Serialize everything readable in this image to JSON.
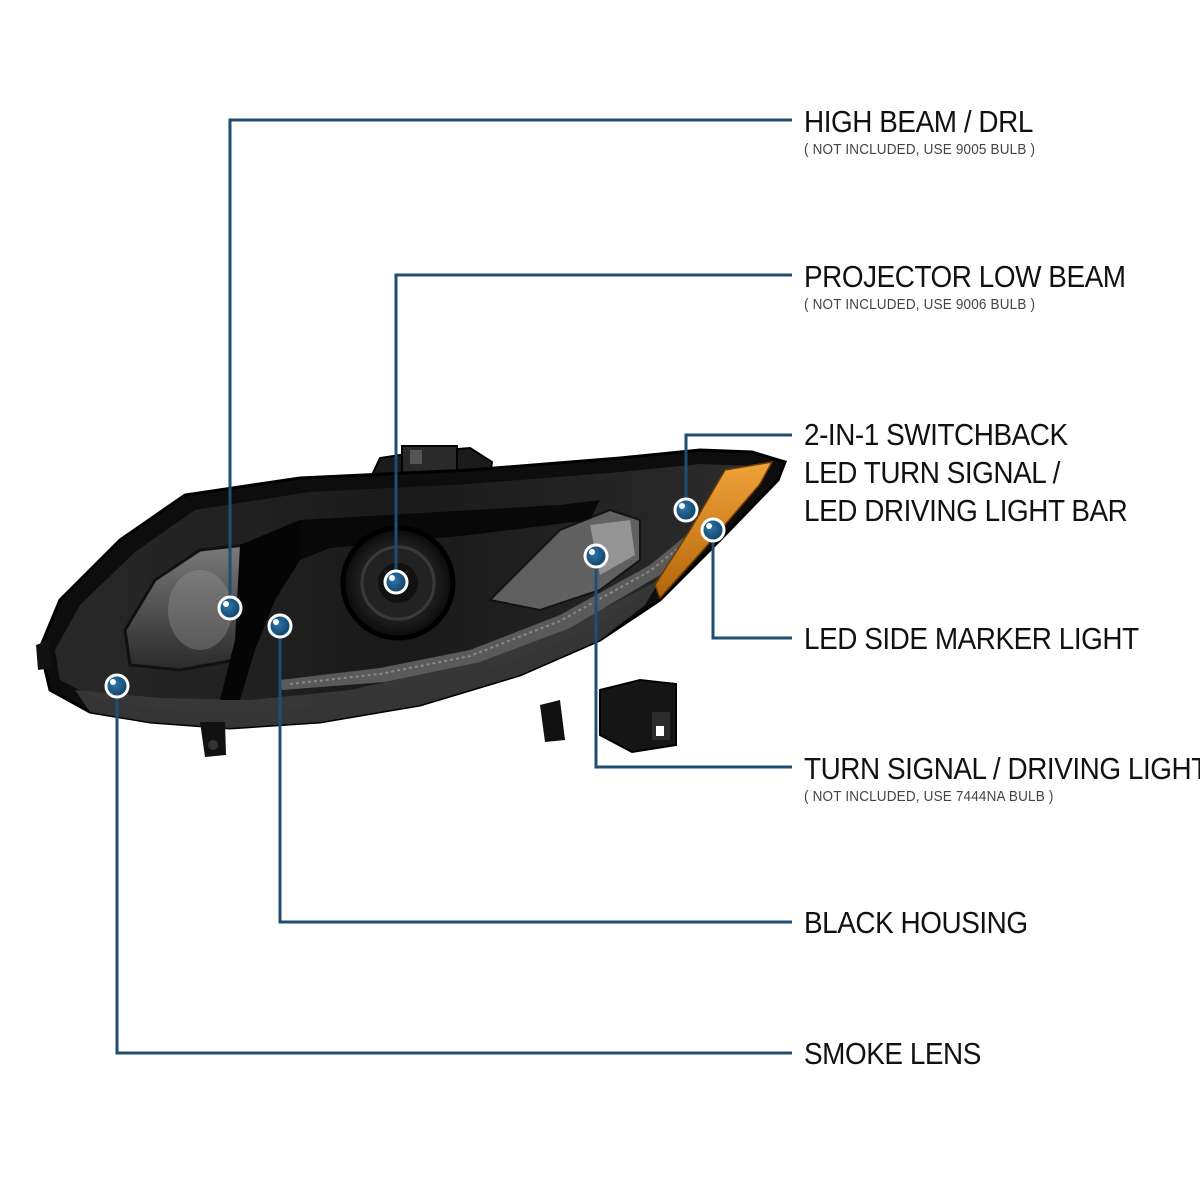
{
  "colors": {
    "leader": "#1f4e70",
    "dot": "#1f5d8a",
    "housing": "#0d0d0d",
    "amber": "#d9820f"
  },
  "callouts": [
    {
      "id": "high-beam",
      "title": "HIGH BEAM / DRL",
      "note": "( NOT INCLUDED, USE  9005 BULB )"
    },
    {
      "id": "projector-low-beam",
      "title": "PROJECTOR LOW BEAM",
      "note": "( NOT INCLUDED, USE  9006 BULB )"
    },
    {
      "id": "switchback",
      "lines": [
        "2-IN-1 SWITCHBACK",
        "LED TURN SIGNAL /",
        "LED DRIVING LIGHT BAR"
      ]
    },
    {
      "id": "side-marker",
      "title": "LED SIDE MARKER LIGHT"
    },
    {
      "id": "turn-signal",
      "title": "TURN SIGNAL / DRIVING LIGHT",
      "note": "( NOT INCLUDED, USE  7444NA  BULB )"
    },
    {
      "id": "black-housing",
      "title": "BLACK HOUSING"
    },
    {
      "id": "smoke-lens",
      "title": "SMOKE LENS"
    }
  ]
}
